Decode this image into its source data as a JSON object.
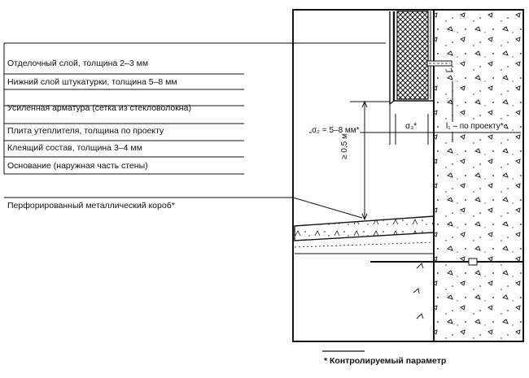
{
  "legend": {
    "layers": [
      "Отделочный слой, толщина 2–3 мм",
      "Нижний слой штукатурки, толщина 5–8 мм",
      "Усиленная арматура (сетка из стекловолокна)",
      "Плита утеплителя, толщина по проекту",
      "Клеящий состав, толщина 3–4 мм",
      "Основание (наружная часть стены)"
    ],
    "box_label": "Перфорированный металлический короб*"
  },
  "dimensions": {
    "sigma2": "σ₂ = 5–8 мм*",
    "sigma3": "σ₃*",
    "l1": "l₁ – по проекту*",
    "height": "≥ 0,5 м"
  },
  "footnote": "* Контролируемый параметр"
}
